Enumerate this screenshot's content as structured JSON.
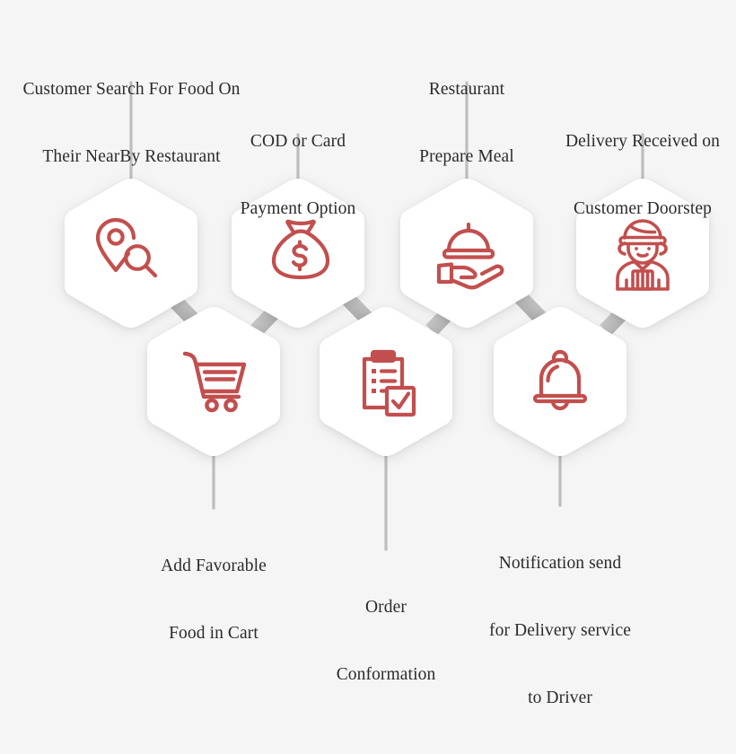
{
  "diagram": {
    "title": "Food Delivery Process Flow",
    "background_color": "#f5f5f5",
    "icon_color": "#c24f4e",
    "hexagon_color": "#ffffff",
    "connector_color": "#b0b0b0",
    "text_color": "#2b2b2b"
  },
  "steps": [
    {
      "id": "step-1",
      "icon": "location-search-icon",
      "label_lines": [
        "Customer Search For Food On",
        "Their NearBy Restaurant"
      ],
      "label_text": "Customer Search For Food On Their NearBy Restaurant"
    },
    {
      "id": "step-2",
      "icon": "shopping-cart-icon",
      "label_lines": [
        "Add Favorable",
        "Food in Cart"
      ],
      "label_text": "Add Favorable Food in Cart"
    },
    {
      "id": "step-3",
      "icon": "money-bag-icon",
      "label_lines": [
        "COD or Card",
        "Payment Option"
      ],
      "label_text": "COD or Card Payment Option"
    },
    {
      "id": "step-4",
      "icon": "clipboard-check-icon",
      "label_lines": [
        "Order",
        "Conformation"
      ],
      "label_text": "Order Conformation"
    },
    {
      "id": "step-5",
      "icon": "serving-cloche-icon",
      "label_lines": [
        "Restaurant",
        "Prepare Meal"
      ],
      "label_text": "Restaurant Prepare Meal"
    },
    {
      "id": "step-6",
      "icon": "notification-bell-icon",
      "label_lines": [
        "Notification send",
        "for Delivery service",
        "to Driver"
      ],
      "label_text": "Notification send for Delivery service to Driver"
    },
    {
      "id": "step-7",
      "icon": "delivery-person-icon",
      "label_lines": [
        "Delivery Received on",
        "Customer Doorstep"
      ],
      "label_text": "Delivery Received on Customer Doorstep"
    }
  ],
  "labels": {
    "step1_line1": "Customer Search For Food On",
    "step1_line2": "Their NearBy Restaurant",
    "step2_line1": "Add Favorable",
    "step2_line2": "Food in Cart",
    "step3_line1": "COD or Card",
    "step3_line2": "Payment Option",
    "step4_line1": "Order",
    "step4_line2": "Conformation",
    "step5_line1": "Restaurant",
    "step5_line2": "Prepare Meal",
    "step6_line1": "Notification send",
    "step6_line2": "for Delivery service",
    "step6_line3": "to Driver",
    "step7_line1": "Delivery Received on",
    "step7_line2": "Customer Doorstep"
  }
}
